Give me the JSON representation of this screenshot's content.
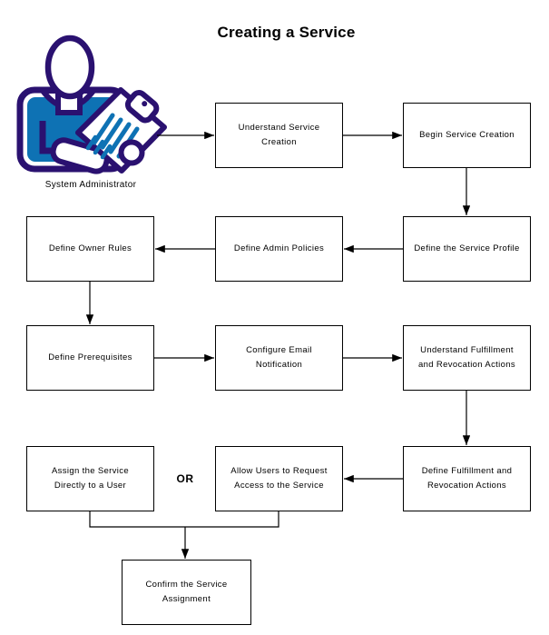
{
  "title": "Creating a Service",
  "actor": {
    "label": "System Administrator",
    "icon": "system-administrator-clipboard-icon"
  },
  "or_label": "OR",
  "colors": {
    "icon_outline": "#2A1170",
    "icon_fill_blue": "#0E72B4",
    "box_border": "#000000",
    "box_background": "#FFFFFF",
    "text": "#000000"
  },
  "nodes": {
    "understand_service_creation": "Understand Service Creation",
    "begin_service_creation": "Begin Service Creation",
    "define_service_profile": "Define the Service Profile",
    "define_admin_policies": "Define Admin Policies",
    "define_owner_rules": "Define Owner Rules",
    "define_prerequisites": "Define Prerequisites",
    "configure_email_notification": "Configure Email Notification",
    "understand_fulfillment": "Understand Fulfillment and Revocation Actions",
    "define_fulfillment": "Define Fulfillment and Revocation Actions",
    "allow_users_request": "Allow Users to Request Access to the Service",
    "assign_service_directly": "Assign the Service Directly to a User",
    "confirm_service_assignment": "Confirm the Service Assignment"
  },
  "edges": [
    {
      "from": "system_administrator",
      "to": "understand_service_creation"
    },
    {
      "from": "understand_service_creation",
      "to": "begin_service_creation"
    },
    {
      "from": "begin_service_creation",
      "to": "define_service_profile"
    },
    {
      "from": "define_service_profile",
      "to": "define_admin_policies"
    },
    {
      "from": "define_admin_policies",
      "to": "define_owner_rules"
    },
    {
      "from": "define_owner_rules",
      "to": "define_prerequisites"
    },
    {
      "from": "define_prerequisites",
      "to": "configure_email_notification"
    },
    {
      "from": "configure_email_notification",
      "to": "understand_fulfillment"
    },
    {
      "from": "understand_fulfillment",
      "to": "define_fulfillment"
    },
    {
      "from": "define_fulfillment",
      "to": "allow_users_request"
    },
    {
      "from": "assign_service_directly",
      "or": "allow_users_request",
      "to": "confirm_service_assignment"
    }
  ]
}
